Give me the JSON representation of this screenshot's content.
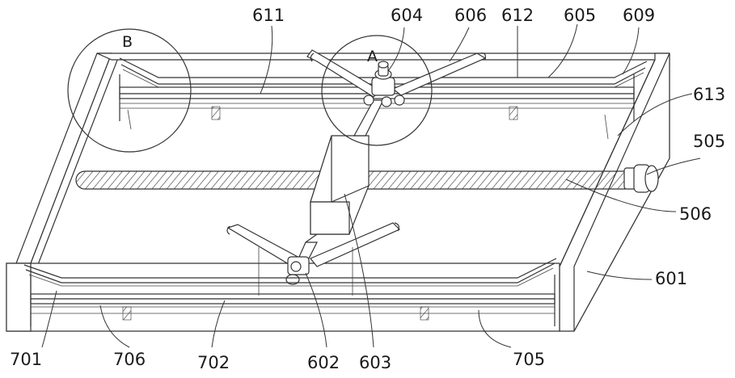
{
  "labels": {
    "l611": "611",
    "l604": "604",
    "l606": "606",
    "l612": "612",
    "l605": "605",
    "l609": "609",
    "l613": "613",
    "l505": "505",
    "l506": "506",
    "l601": "601",
    "l701": "701",
    "l706": "706",
    "l702": "702",
    "l602": "602",
    "l603": "603",
    "l705": "705",
    "detailA": "A",
    "detailB": "B"
  }
}
